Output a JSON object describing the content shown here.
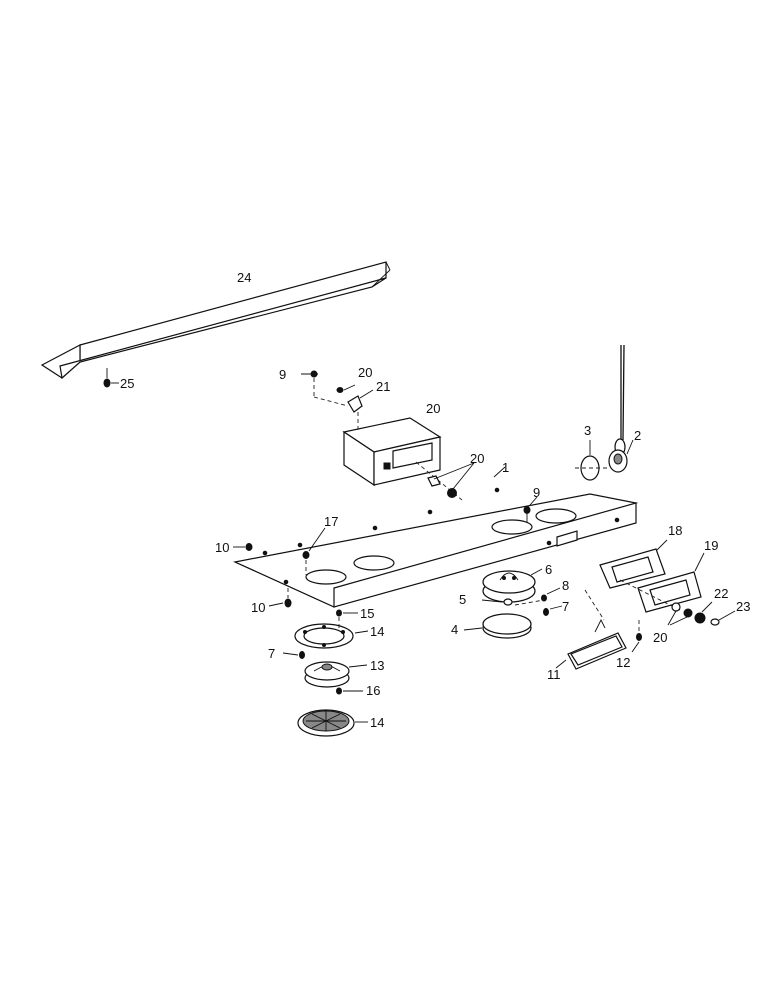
{
  "callouts": {
    "c1": "1",
    "c2": "2",
    "c3": "3",
    "c4": "4",
    "c5": "5",
    "c6": "6",
    "c7a": "7",
    "c7b": "7",
    "c8": "8",
    "c9a": "9",
    "c9b": "9",
    "c10a": "10",
    "c10b": "10",
    "c11": "11",
    "c12": "12",
    "c13": "13",
    "c14a": "14",
    "c14b": "14",
    "c15": "15",
    "c16": "16",
    "c17": "17",
    "c18": "18",
    "c19": "19",
    "c20a": "20",
    "c20b": "20",
    "c20c": "20",
    "c20d": "20",
    "c21": "21",
    "c22": "22",
    "c23": "23",
    "c24": "24",
    "c25": "25"
  }
}
